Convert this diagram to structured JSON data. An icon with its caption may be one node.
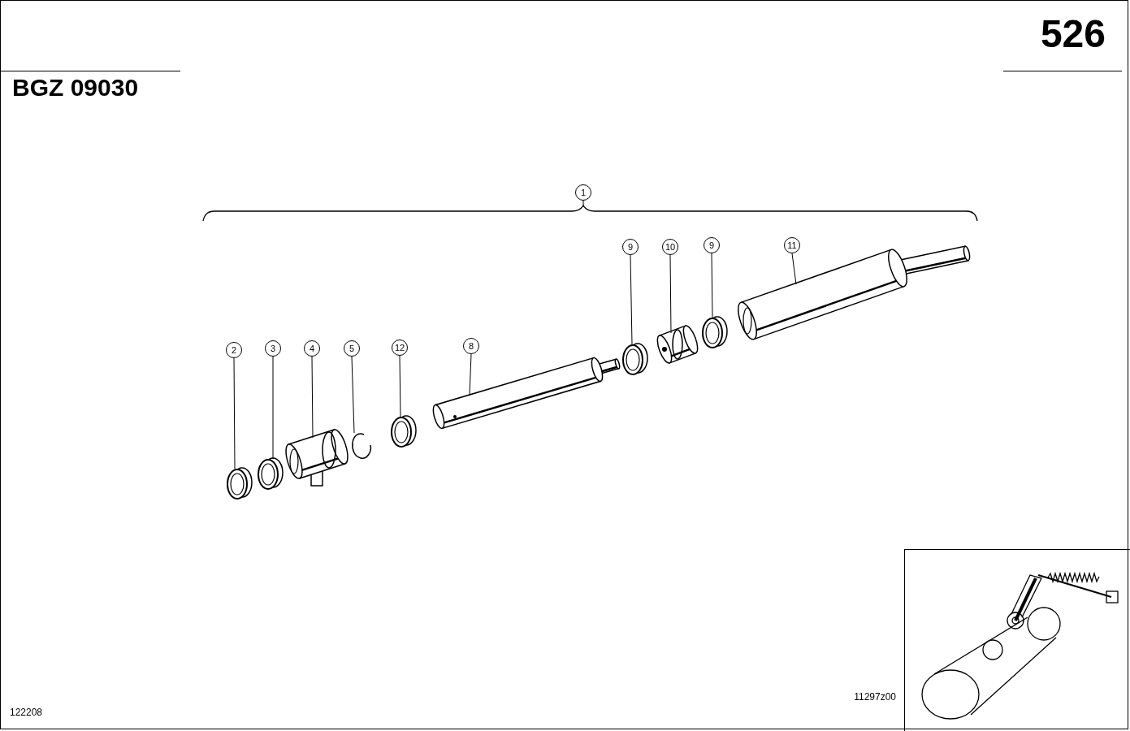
{
  "diagram": {
    "nodes": [
      {
        "text": [
          "1"
        ]
      },
      {
        "text": [],
        "shape": "bracket"
      },
      {
        "text": [
          "2"
        ]
      },
      {
        "text": [],
        "shape": "picture"
      },
      {
        "text": [
          "3"
        ]
      },
      {
        "text": [],
        "shape": "picture"
      },
      {
        "text": [
          "4"
        ]
      },
      {
        "text": [],
        "shape": "picture"
      },
      {
        "text": [
          "5"
        ]
      },
      {
        "text": [],
        "shape": "picture"
      },
      {
        "text": [
          "12"
        ]
      },
      {
        "text": [],
        "shape": "picture"
      },
      {
        "text": [
          "8"
        ]
      },
      {
        "text": [],
        "shape": "picture"
      },
      {
        "text": [
          "9"
        ]
      },
      {
        "text": [],
        "shape": "picture"
      },
      {
        "text": [
          "10"
        ]
      },
      {
        "text": [],
        "shape": "picture"
      },
      {
        "text": [
          "9"
        ]
      },
      {
        "text": [],
        "shape": "picture"
      },
      {
        "text": [
          "11"
        ]
      },
      {
        "text": [],
        "shape": "picture"
      }
    ],
    "edges": [
      {
        "from": 0,
        "to": 1,
        "arrow": "none"
      },
      {
        "from": 2,
        "to": 3,
        "arrow": "none"
      },
      {
        "from": 4,
        "to": 5,
        "arrow": "none"
      },
      {
        "from": 6,
        "to": 7,
        "arrow": "none"
      },
      {
        "from": 8,
        "to": 9,
        "arrow": "none"
      },
      {
        "from": 10,
        "to": 11,
        "arrow": "none"
      },
      {
        "from": 12,
        "to": 13,
        "arrow": "none"
      },
      {
        "from": 14,
        "to": 15,
        "arrow": "none"
      },
      {
        "from": 16,
        "to": 17,
        "arrow": "none"
      },
      {
        "from": 18,
        "to": 19,
        "arrow": "none"
      },
      {
        "from": 20,
        "to": 21,
        "arrow": "none"
      }
    ],
    "labels": [
      "526",
      "BGZ 09030",
      "11297z00",
      "122208"
    ]
  }
}
